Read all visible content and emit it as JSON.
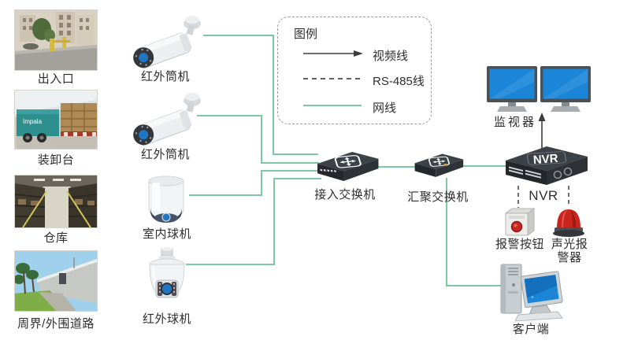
{
  "colors": {
    "network_line": "#7cc7a4",
    "video_line": "#3d3d3d",
    "rs485_line": "#4a4a4a",
    "switch_body": "#33373d",
    "screen_blue": "#1b86d8",
    "alarm_red": "#c9251f",
    "device_white": "#eef0f2"
  },
  "legend": {
    "title": "图例",
    "items": [
      {
        "name": "video-line",
        "label": "视频线"
      },
      {
        "name": "rs485-line",
        "label": "RS-485线"
      },
      {
        "name": "network-line",
        "label": "网线"
      }
    ]
  },
  "scenes": [
    {
      "label": "出入口"
    },
    {
      "label": "装卸台",
      "truck_text": "Impala"
    },
    {
      "label": "仓库"
    },
    {
      "label": "周界/外围道路"
    }
  ],
  "cameras": [
    {
      "type": "ir-bullet",
      "label": "红外筒机"
    },
    {
      "type": "ir-bullet",
      "label": "红外筒机"
    },
    {
      "type": "indoor-dome",
      "label": "室内球机"
    },
    {
      "type": "ir-dome",
      "label": "红外球机"
    }
  ],
  "devices": {
    "access_switch": {
      "label": "接入交换机"
    },
    "aggregation_switch": {
      "label": "汇聚交换机"
    },
    "monitor": {
      "label": "监视器"
    },
    "nvr": {
      "label": "NVR",
      "device_text": "NVR"
    },
    "alarm_button": {
      "label": "报警按钮"
    },
    "sound_light_alarm": {
      "label": "声光报警器"
    },
    "client": {
      "label": "客户端"
    }
  }
}
